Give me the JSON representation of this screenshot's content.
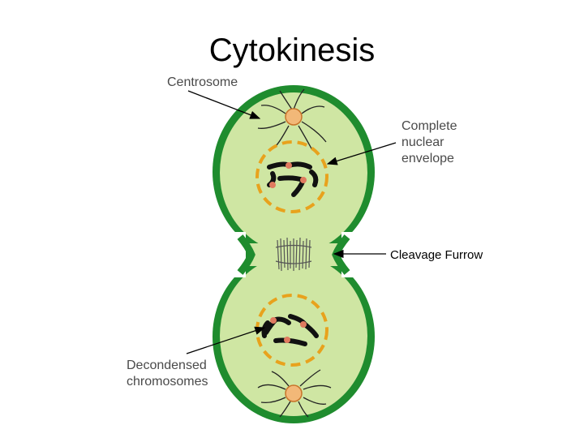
{
  "slide": {
    "title": "Cytokinesis"
  },
  "labels": {
    "centrosome": "Centrosome",
    "nuclear_envelope": [
      "Complete",
      "nuclear",
      "envelope"
    ],
    "cleavage_furrow": "Cleavage Furrow",
    "chromosomes": [
      "Decondensed",
      "chromosomes"
    ]
  },
  "colors": {
    "membrane": "#1f8c2e",
    "cytoplasm": "#cfe6a3",
    "envelope": "#e8a21d",
    "centrosome": "#f2b878",
    "chromosome": "#111111",
    "centromere": "#e07a5f"
  }
}
